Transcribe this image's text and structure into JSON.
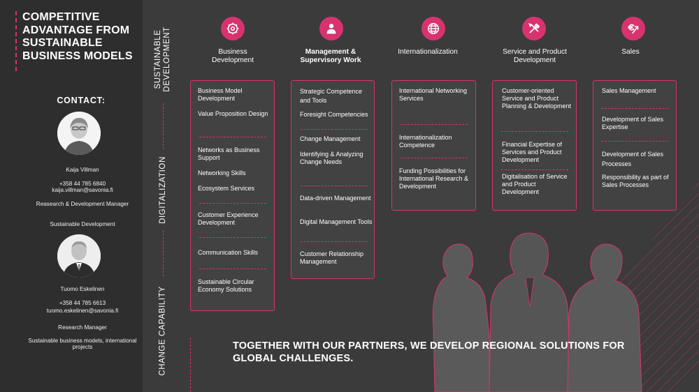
{
  "main_title": "COMPETITIVE ADVANTAGE FROM SUSTAINABLE BUSINESS MODELS",
  "contact": {
    "heading": "CONTACT:",
    "people": [
      {
        "name": "Kaija Villman",
        "phone": "+358 44 785 6840",
        "email": "kaija.villman@savonia.fi",
        "role": "Reasearch & Development Manager",
        "area": "Sustainable Development"
      },
      {
        "name": "Tuomo Eskelinen",
        "phone": "+358 44 785 6613",
        "email": "tuomo.eskelinen@savonia.fi",
        "role": "Research Manager",
        "area": "Sustainable business models, international projects"
      }
    ]
  },
  "row_labels": {
    "sustainable": "SUSTAINABLE DEVELOPMENT",
    "digitalization": "DIGITALIZATION",
    "change": "CHANGE CAPABILITY"
  },
  "columns": [
    {
      "title": "Business Development",
      "icon": "gear-gauge-icon",
      "items": [
        "Business Model Development",
        "Value Proposition Design",
        "Networks as Business Support",
        "Networking Skills",
        "Ecosystem Services",
        "Customer Experience Development",
        "Communication Skills",
        "Sustainable Circular Economy Solutions"
      ]
    },
    {
      "title": "Management & Supervisory Work",
      "icon": "person-icon",
      "items": [
        "Strategic Competence and Tools",
        "Foresight Competencies",
        "Change Management",
        "Identifying & Analyzing Change Needs",
        "Data-driven Management",
        "Digital Management Tools",
        "Customer Relationship Management"
      ]
    },
    {
      "title": "Internationalization",
      "icon": "globe-icon",
      "items": [
        "International Networking Services",
        "Internationalization Competence",
        "Funding Possibilities for International Research & Development"
      ]
    },
    {
      "title": "Service and Product Development",
      "icon": "tools-icon",
      "items": [
        "Customer-oriented Service and Product Planning & Development",
        "Financial Expertise of Services and Product Development",
        "Digitalisation of Service and Product Development"
      ]
    },
    {
      "title": "Sales",
      "icon": "euro-arrow-icon",
      "items": [
        "Sales Management",
        "Development of Sales Expertise",
        "Development of Sales Processes",
        "Responsibility as part of Sales Processes"
      ]
    }
  ],
  "bottom_text": "TOGETHER WITH OUR PARTNERS, WE DEVELOP REGIONAL  SOLUTIONS FOR GLOBAL CHALLENGES.",
  "colors": {
    "accent": "#d8336f",
    "background": "#3b3b3b",
    "panel": "#2e2e2e"
  }
}
